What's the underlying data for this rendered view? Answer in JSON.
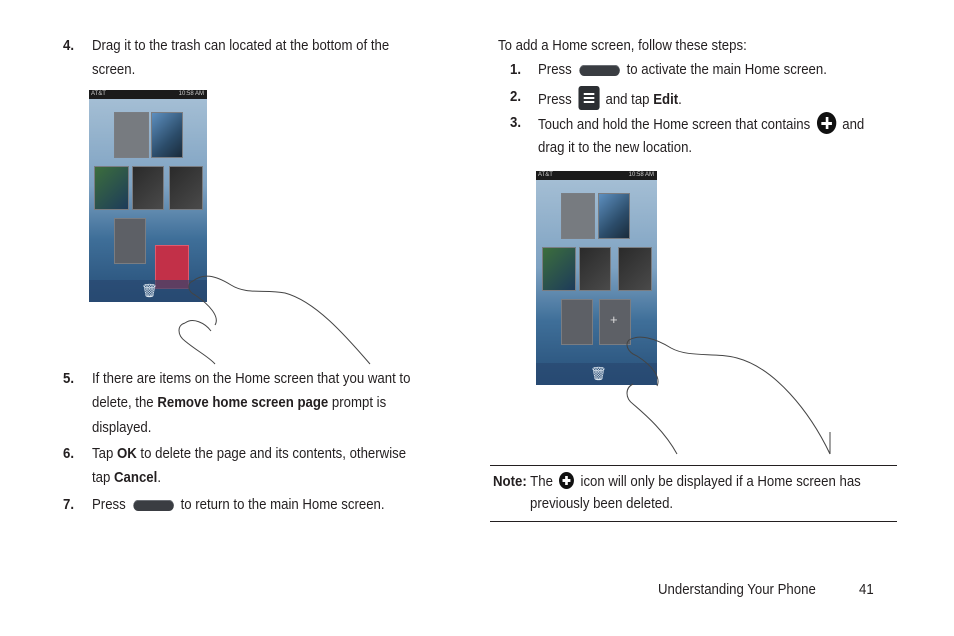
{
  "left": {
    "step4": {
      "num": "4.",
      "line1": "Drag it to the trash can located at the bottom of the",
      "line2": "screen."
    },
    "step5": {
      "num": "5.",
      "line1": "If there are items on the Home screen that you want to",
      "line2_pre": "delete, the ",
      "line2_bold": "Remove home screen page",
      "line2_post": " prompt is",
      "line3": "displayed."
    },
    "step6": {
      "num": "6.",
      "line1_pre": "Tap ",
      "line1_bold": "OK",
      "line1_post": " to delete the page and its contents, otherwise",
      "line2_pre": "tap ",
      "line2_bold": "Cancel",
      "line2_post": "."
    },
    "step7": {
      "num": "7.",
      "pre": "Press",
      "post": "to return to the main Home screen."
    }
  },
  "right": {
    "intro": "To add a Home screen, follow these steps:",
    "step1": {
      "num": "1.",
      "pre": "Press",
      "post": "to activate the main Home screen."
    },
    "step2": {
      "num": "2.",
      "pre": "Press",
      "mid": "and tap ",
      "bold": "Edit",
      "post": "."
    },
    "step3": {
      "num": "3.",
      "pre": "Touch and hold the Home screen that contains",
      "post": "and",
      "line2": "drag it to the new location."
    },
    "note": {
      "label": "Note:",
      "pre": "The",
      "post": "icon will only be displayed if a Home screen has",
      "line2": "previously been deleted."
    }
  },
  "footer": {
    "section": "Understanding Your Phone",
    "page": "41"
  },
  "screenshot_status": {
    "carrier": "AT&T",
    "time": "10:58 AM"
  },
  "icons": [
    "home-button-icon",
    "menu-key-icon",
    "add-plus-icon",
    "trash-icon",
    "hand-pointer-icon"
  ]
}
